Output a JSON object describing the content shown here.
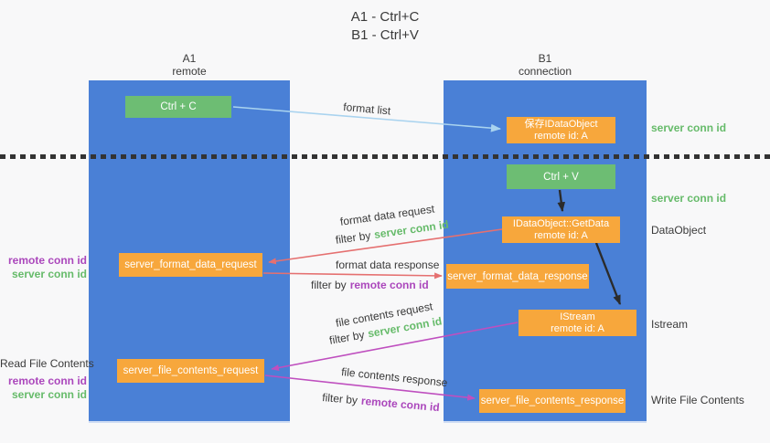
{
  "title": {
    "line1": "A1 - Ctrl+C",
    "line2": "B1 - Ctrl+V"
  },
  "columns": {
    "a1": {
      "name": "A1",
      "subtitle": "remote"
    },
    "b1": {
      "name": "B1",
      "subtitle": "connection"
    }
  },
  "nodes": {
    "ctrl_c": "Ctrl + C",
    "ctrl_v": "Ctrl + V",
    "save_dataobject": {
      "line1": "保存IDataObject",
      "line2": "remote id: A"
    },
    "getdata": {
      "line1": "IDataObject::GetData",
      "line2": "remote id: A"
    },
    "istream": {
      "line1": "IStream",
      "line2": "remote id: A"
    },
    "format_request": "server_format_data_request",
    "format_response": "server_format_data_response",
    "file_request": "server_file_contents_request",
    "file_response": "server_file_contents_response"
  },
  "flow_labels": {
    "format_list": "format list",
    "format_data_request": "format data request",
    "format_data_response": "format data response",
    "file_contents_request": "file contents request",
    "file_contents_response": "file contents response",
    "filter_by": "filter by",
    "server_conn_id": "server conn id",
    "remote_conn_id": "remote conn id"
  },
  "side_labels": {
    "right": {
      "server_conn_id_1": "server conn id",
      "server_conn_id_2": "server conn id",
      "dataobject": "DataObject",
      "istream": "Istream",
      "write_file_contents": "Write File Contents"
    },
    "left": {
      "remote_conn_id_1": "remote conn id",
      "server_conn_id_1": "server conn id",
      "read_file_contents": "Read File Contents",
      "remote_conn_id_2": "remote conn id",
      "server_conn_id_2": "server conn id"
    }
  },
  "colors": {
    "column_blue": "#4a80d6",
    "node_green": "#6dbd73",
    "node_orange": "#f7a73c",
    "arrow_light_blue": "#a9d3ef",
    "arrow_red": "#e57070",
    "arrow_magenta": "#bf4fbf",
    "arrow_black": "#2b2b2b",
    "text_green": "#66bb6a",
    "text_purple": "#ab47bc",
    "text_dark": "#3a3a3a",
    "background": "#f8f8f9"
  }
}
